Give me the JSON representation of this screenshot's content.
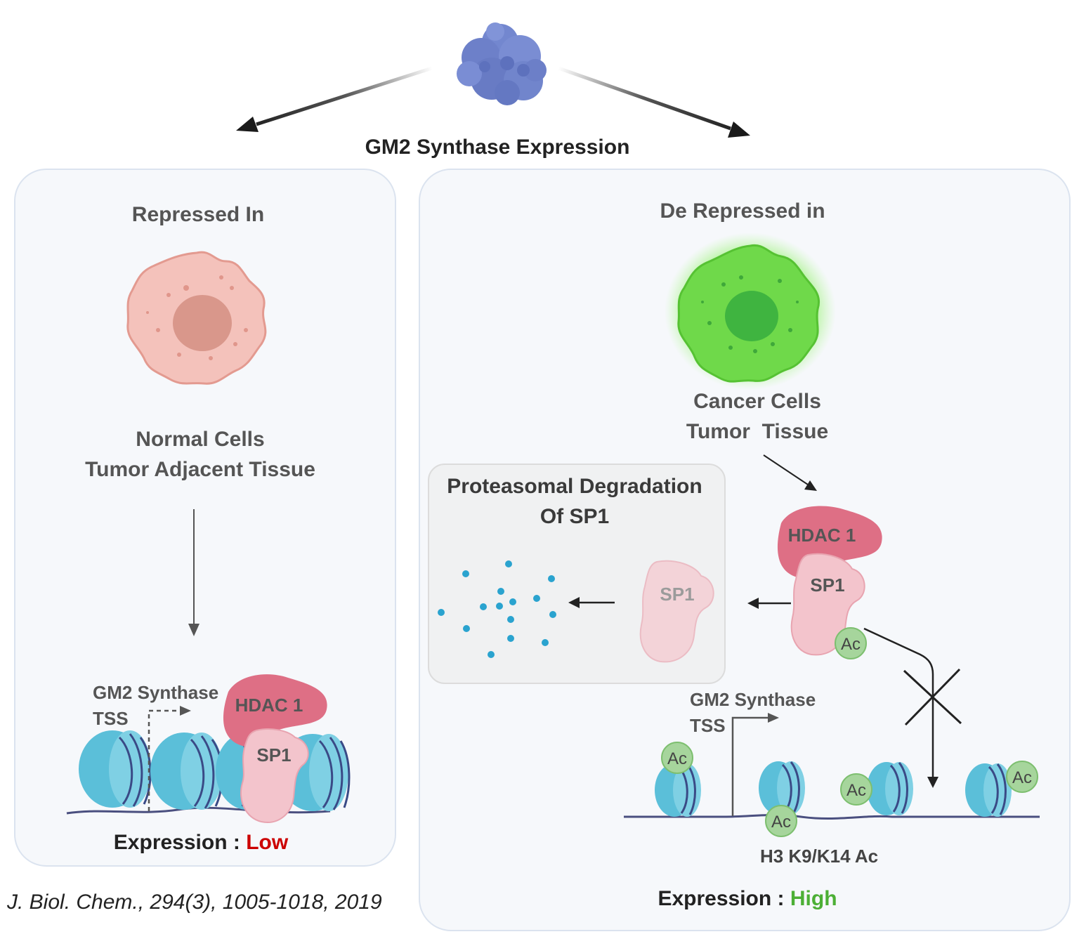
{
  "header": {
    "title": "GM2 Synthase Expression"
  },
  "left_panel": {
    "heading": "Repressed In",
    "cell_label_line1": "Normal Cells",
    "cell_label_line2": "Tumor Adjacent Tissue",
    "tss_line1": "GM2 Synthase",
    "tss_line2": "TSS",
    "hdac": "HDAC 1",
    "sp1": "SP1",
    "expression_prefix": "Expression : ",
    "expression_value": "Low"
  },
  "right_panel": {
    "heading": "De Repressed in",
    "cell_label_line1": "Cancer Cells",
    "cell_label_line2": "Tumor  Tissue",
    "box_title_line1": "Proteasomal Degradation",
    "box_title_line2": "Of SP1",
    "sp1_degraded": "SP1",
    "hdac": "HDAC 1",
    "sp1": "SP1",
    "ac": "Ac",
    "tss_line1": "GM2 Synthase",
    "tss_line2": "TSS",
    "histone_mark": "H3 K9/K14 Ac",
    "expression_prefix": "Expression : ",
    "expression_value": "High"
  },
  "citation": "J. Biol. Chem., 294(3), 1005-1018, 2019",
  "colors": {
    "low": "#cc0000",
    "high": "#4caf35",
    "normal_cell": "#e8a39a",
    "cancer_cell": "#6fd94a",
    "hdac": "#de6f85",
    "sp1": "#f3c4cc",
    "nucleosome": "#5bbfd9",
    "acetyl": "#a6d59c",
    "protein": "#6f84cc"
  }
}
